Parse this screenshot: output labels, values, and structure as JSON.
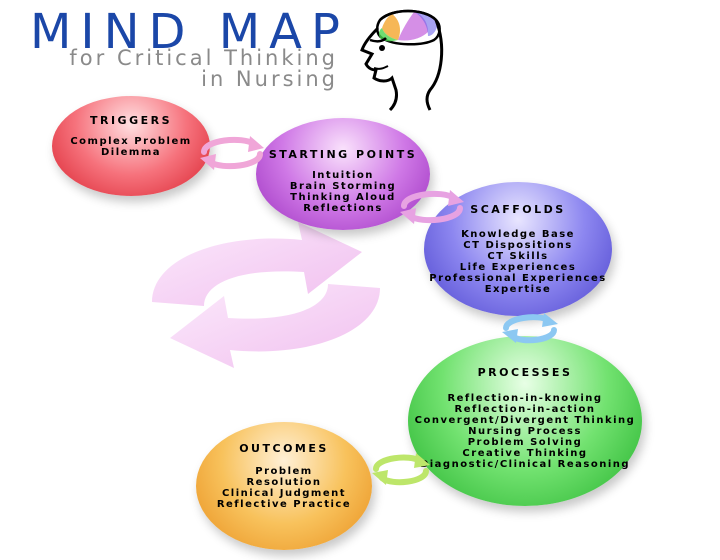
{
  "header": {
    "title": "MIND MAP",
    "subtitle_line1": "for Critical Thinking",
    "subtitle_line2": "in Nursing"
  },
  "nodes": {
    "triggers": {
      "title": "TRIGGERS",
      "items": [
        "Complex Problem",
        "Dilemma"
      ],
      "color": "#e8404a"
    },
    "starting_points": {
      "title": "STARTING POINTS",
      "items": [
        "Intuition",
        "Brain Storming",
        "Thinking Aloud",
        "Reflections"
      ],
      "color": "#c35fdc"
    },
    "scaffolds": {
      "title": "SCAFFOLDS",
      "items": [
        "Knowledge Base",
        "CT Dispositions",
        "CT Skills",
        "Life Experiences",
        "Professional Experiences",
        "Expertise"
      ],
      "color": "#6e66ea"
    },
    "processes": {
      "title": "PROCESSES",
      "items": [
        "Reflection-in-knowing",
        "Reflection-in-action",
        "Convergent/Divergent Thinking",
        "Nursing Process",
        "Problem Solving",
        "Creative Thinking",
        "Diagnostic/Clinical Reasoning"
      ],
      "color": "#4cd44e"
    },
    "outcomes": {
      "title": "OUTCOMES",
      "items": [
        "Problem",
        "Resolution",
        "Clinical Judgment",
        "Reflective Practice"
      ],
      "color": "#f5aa3a"
    }
  },
  "connector_colors": {
    "triggers_to_starting": "#f0a6d8",
    "starting_to_scaffolds": "#e7a2e2",
    "scaffolds_to_processes": "#8cc8f2",
    "processes_to_outcomes": "#bde66a",
    "background_cycle": "#f6d4f4"
  }
}
